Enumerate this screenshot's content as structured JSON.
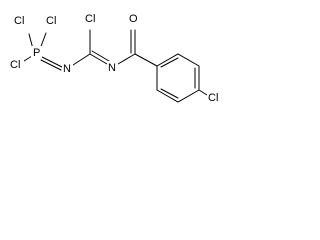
{
  "molecule": {
    "atoms": {
      "cl_p_top_left": "Cl",
      "cl_p_top_right": "Cl",
      "phosphorus": "P",
      "cl_p_left": "Cl",
      "imine_n_left": "N",
      "cl_imidoyl": "Cl",
      "imine_n_right": "N",
      "carbonyl_o": "O",
      "cl_aryl": "Cl"
    },
    "colors": {
      "stroke": "#000000",
      "background": "#ffffff"
    }
  }
}
